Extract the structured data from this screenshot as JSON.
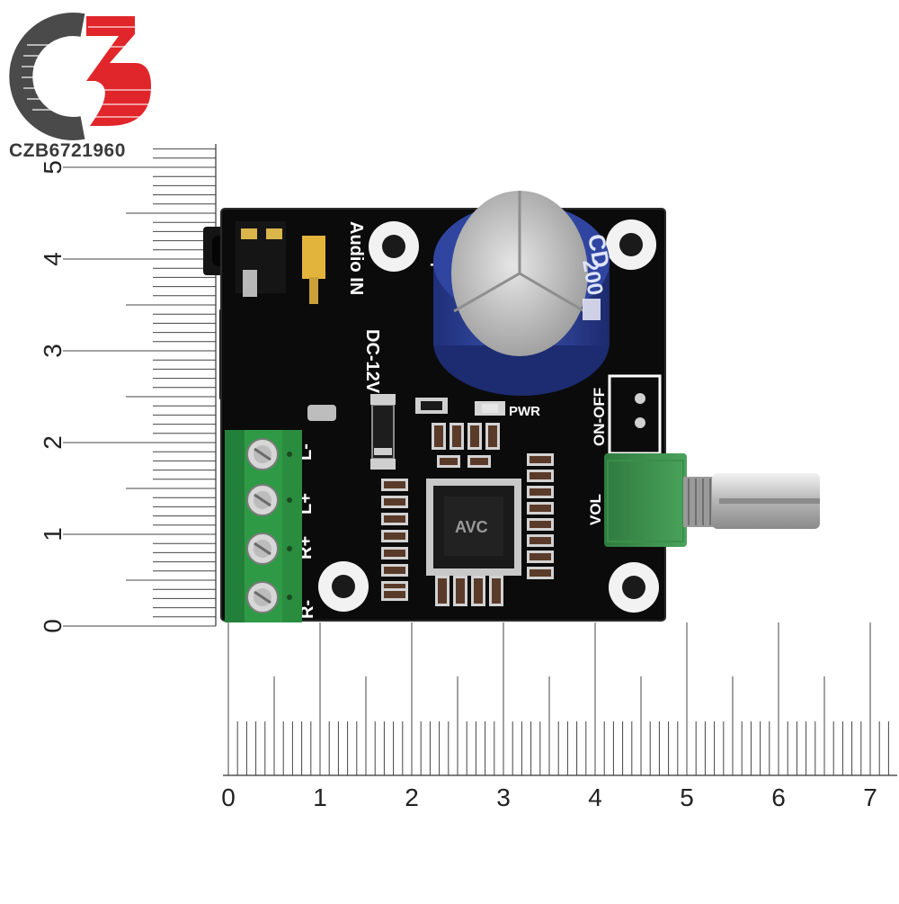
{
  "watermark": {
    "code": "CZB6721960",
    "logo_letters": "CZB"
  },
  "ruler_vertical": {
    "unit": "cm",
    "labels": [
      "0",
      "1",
      "2",
      "3",
      "4",
      "5"
    ]
  },
  "ruler_horizontal": {
    "unit": "cm",
    "labels": [
      "0",
      "1",
      "2",
      "3",
      "4",
      "5",
      "6",
      "7"
    ]
  },
  "board": {
    "audio_in_label": "Audio IN",
    "dc_label": "DC-12V",
    "on_off_label": "ON-OFF",
    "vol_label": "VOL",
    "pwr_label": "PWR",
    "plus_label": "+",
    "terminal_labels": [
      "L-",
      "L+",
      "R+",
      "R-"
    ],
    "chip_logo": "AVC",
    "capacitor_marks": [
      "CD",
      "200"
    ]
  },
  "colors": {
    "pcb": "#0b0b0b",
    "terminal_green": "#2f9a45",
    "capacitor_blue": "#2c3f8f",
    "logo_red": "#e0262b",
    "logo_gray": "#4a4a4a"
  }
}
